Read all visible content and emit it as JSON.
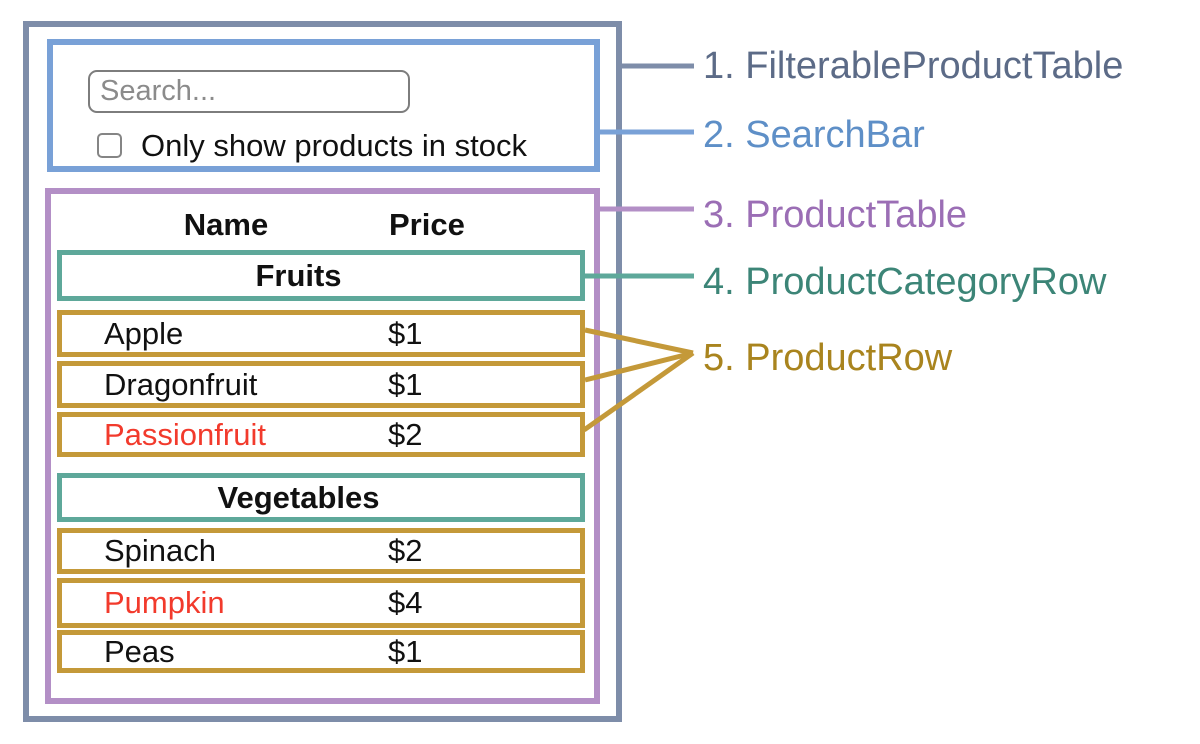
{
  "colors": {
    "outer_border": "#7e8da9",
    "searchbar_border": "#79a1d7",
    "producttable_border": "#b38fc6",
    "category_row_border": "#5ea89a",
    "product_row_border": "#c49939",
    "out_of_stock_text": "#f23a2c",
    "label_1_color": "#5c6b87",
    "label_2_color": "#5e8fc7",
    "label_3_color": "#9b6eb5",
    "label_4_color": "#3c8577",
    "label_5_color": "#a9841e"
  },
  "search_bar": {
    "placeholder": "Search...",
    "checkbox_label": "Only show products in stock",
    "checkbox_checked": false
  },
  "table": {
    "name_header": "Name",
    "price_header": "Price",
    "sections": [
      {
        "category": "Fruits",
        "rows": [
          {
            "name": "Apple",
            "price": "$1",
            "in_stock": true
          },
          {
            "name": "Dragonfruit",
            "price": "$1",
            "in_stock": true
          },
          {
            "name": "Passionfruit",
            "price": "$2",
            "in_stock": false
          }
        ]
      },
      {
        "category": "Vegetables",
        "rows": [
          {
            "name": "Spinach",
            "price": "$2",
            "in_stock": true
          },
          {
            "name": "Pumpkin",
            "price": "$4",
            "in_stock": false
          },
          {
            "name": "Peas",
            "price": "$1",
            "in_stock": true
          }
        ]
      }
    ]
  },
  "legend": [
    {
      "label": "1. FilterableProductTable"
    },
    {
      "label": "2. SearchBar"
    },
    {
      "label": "3. ProductTable"
    },
    {
      "label": "4. ProductCategoryRow"
    },
    {
      "label": "5. ProductRow"
    }
  ]
}
